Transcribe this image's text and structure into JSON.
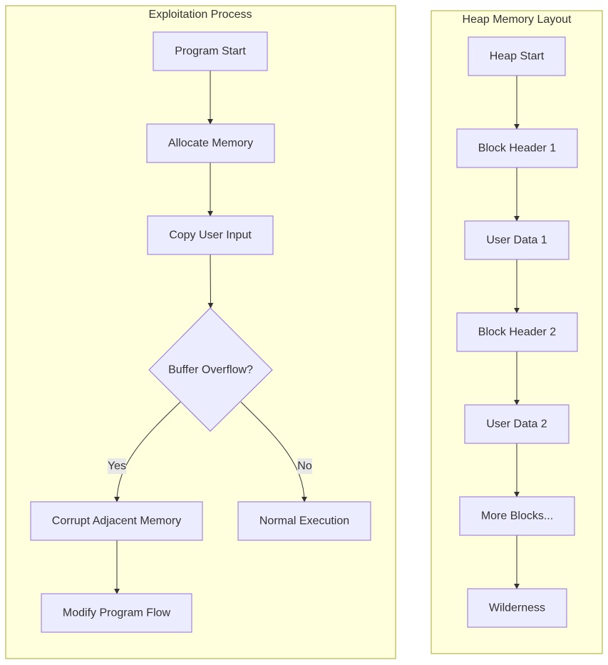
{
  "clusters": {
    "exploitation": {
      "title": "Exploitation Process"
    },
    "heap": {
      "title": "Heap Memory Layout"
    }
  },
  "nodes": {
    "program_start": "Program Start",
    "allocate_memory": "Allocate Memory",
    "copy_user_input": "Copy User Input",
    "buffer_overflow": "Buffer Overflow?",
    "corrupt_adjacent": "Corrupt Adjacent Memory",
    "normal_execution": "Normal Execution",
    "modify_flow": "Modify Program Flow",
    "heap_start": "Heap Start",
    "block_header_1": "Block Header 1",
    "user_data_1": "User Data 1",
    "block_header_2": "Block Header 2",
    "user_data_2": "User Data 2",
    "more_blocks": "More Blocks...",
    "wilderness": "Wilderness"
  },
  "edge_labels": {
    "yes": "Yes",
    "no": "No"
  },
  "colors": {
    "cluster_fill": "#ffffde",
    "cluster_stroke": "#aaaa33",
    "node_fill": "#ececff",
    "node_stroke": "#9370db",
    "edge": "#333333"
  }
}
